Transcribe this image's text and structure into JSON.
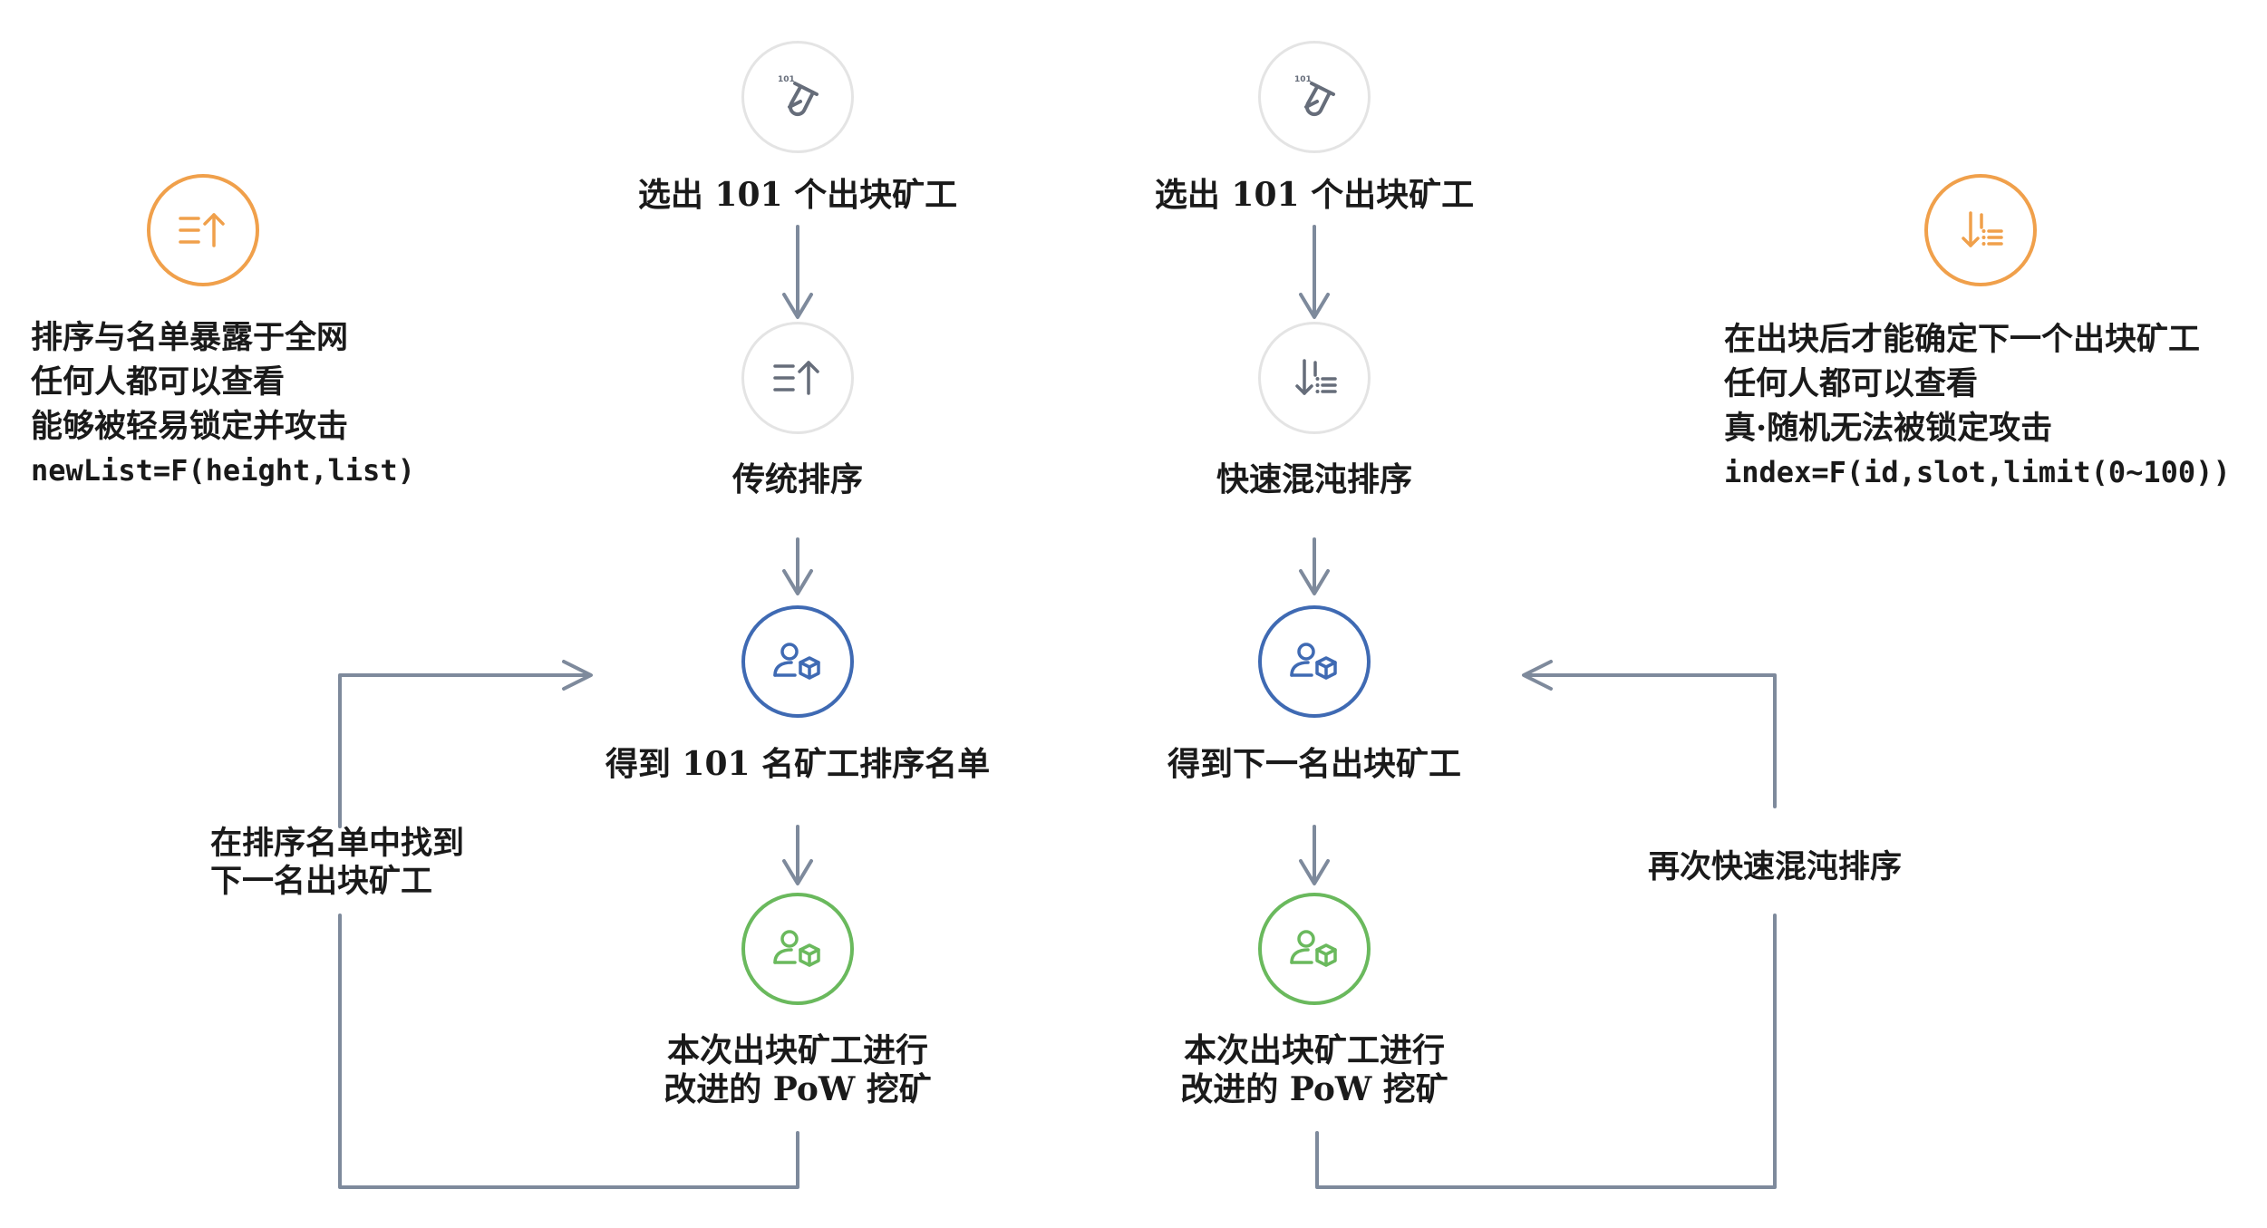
{
  "colors": {
    "arrow": "#7e8a9c",
    "gray_circle": "#e4e4e4",
    "orange": "#f0a04b",
    "blue": "#3f6ab3",
    "green": "#6ab95d",
    "icon_gray": "#666d7a"
  },
  "left_note": {
    "icon": "sort-ascending-icon",
    "lines": [
      "排序与名单暴露于全网",
      "任何人都可以查看",
      "能够被轻易锁定并攻击"
    ],
    "formula": "newList=F(height,list)"
  },
  "right_note": {
    "icon": "sort-shuffle-icon",
    "lines": [
      "在出块后才能确定下一个出块矿工",
      "任何人都可以查看",
      "真·随机无法被锁定攻击"
    ],
    "formula": "index=F(id,slot,limit(0~100))"
  },
  "left_flow": {
    "step1": {
      "icon": "test-tube-101-icon",
      "label": "选出 101 个出块矿工"
    },
    "step2": {
      "icon": "sort-ascending-icon",
      "label": "传统排序"
    },
    "step3": {
      "icon": "user-box-icon",
      "label": "得到 101 名矿工排序名单"
    },
    "step4": {
      "icon": "user-box-icon",
      "label_lines": [
        "本次出块矿工进行",
        "改进的 PoW 挖矿"
      ]
    },
    "loop_label": [
      "在排序名单中找到",
      "下一名出块矿工"
    ]
  },
  "right_flow": {
    "step1": {
      "icon": "test-tube-101-icon",
      "label": "选出 101 个出块矿工"
    },
    "step2": {
      "icon": "sort-shuffle-icon",
      "label": "快速混沌排序"
    },
    "step3": {
      "icon": "user-box-icon",
      "label": "得到下一名出块矿工"
    },
    "step4": {
      "icon": "user-box-icon",
      "label_lines": [
        "本次出块矿工进行",
        "改进的 PoW 挖矿"
      ]
    },
    "loop_label": [
      "再次快速混沌排序"
    ]
  },
  "icon_text_101": "101"
}
